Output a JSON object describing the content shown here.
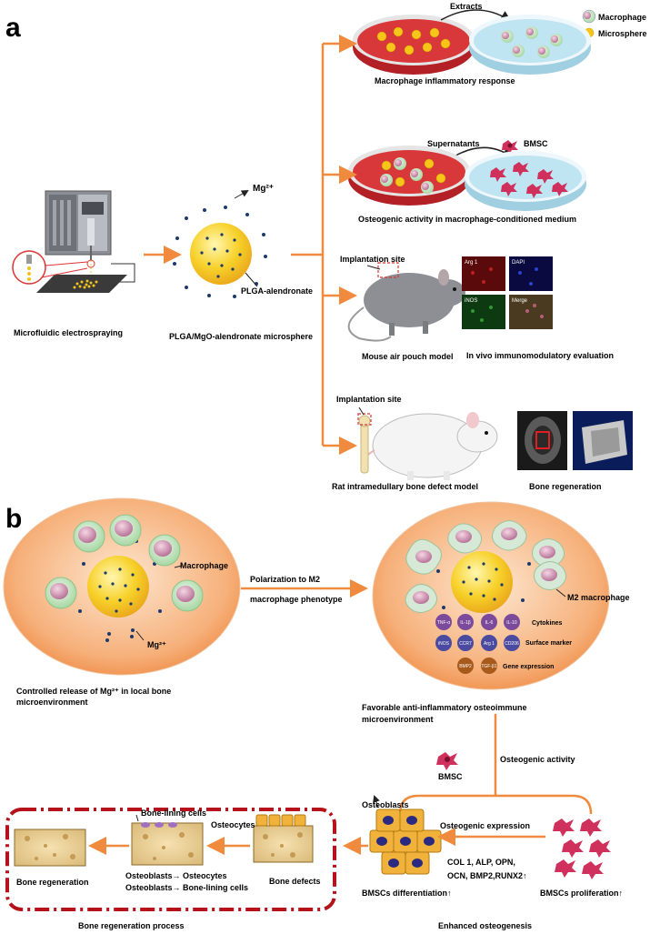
{
  "panel_a": {
    "label": "a",
    "legend": {
      "macrophage": "Macrophage",
      "microsphere": "Microsphere"
    },
    "extracts": "Extracts",
    "macrophage_response": "Macrophage inflammatory response",
    "supernatants": "Supernatants",
    "bmsc": "BMSC",
    "osteogenic_medium": "Osteogenic activity in macrophage-conditioned medium",
    "mg_ion": "Mg²⁺",
    "plga_alendronate": "PLGA-alendronate",
    "microfluidic": "Microfluidic electrospraying",
    "microsphere_name": "PLGA/MgO-alendronate microsphere",
    "implantation_site_1": "Implantation site",
    "mouse_model": "Mouse air pouch model",
    "in_vivo": "In vivo immunomodulatory evaluation",
    "fluor_labels": [
      "Arg 1",
      "DAPI",
      "iNOS",
      "Merge"
    ],
    "implantation_site_2": "Implantation site",
    "rat_model": "Rat intramedullary bone defect model",
    "bone_regeneration": "Bone regeneration"
  },
  "panel_b": {
    "label": "b",
    "macrophage": "Macrophage",
    "mg_ion": "Mg²⁺",
    "controlled_release_1": "Controlled release of Mg²⁺ in local bone",
    "controlled_release_2": "microenvironment",
    "polarization_1": "Polarization to M2",
    "polarization_2": "macrophage phenotype",
    "m2_macrophage": "M2 macrophage",
    "markers": [
      "TNF-α",
      "IL-1β",
      "IL-6",
      "IL-10",
      "iNOS",
      "CCR7",
      "Arg 1",
      "CD206",
      "BMP2",
      "TGF-β1"
    ],
    "cytokines": "Cytokines",
    "surface_marker": "Surface marker",
    "gene_expression": "Gene expression",
    "favorable_1": "Favorable anti-inflammatory osteoimmune",
    "favorable_2": "microenvironment",
    "bmsc": "BMSC",
    "osteogenic_activity": "Osteogenic activity",
    "osteoblasts": "Osteoblasts",
    "osteogenic_expression": "Osteogenic expression",
    "genes_1": "COL 1, ALP, OPN,",
    "genes_2": "OCN, BMP2,RUNX2↑",
    "bmsc_differentiation": "BMSCs differentiation↑",
    "bmsc_proliferation": "BMSCs proliferation↑",
    "enhanced": "Enhanced osteogenesis",
    "bone_lining": "Bone-lining cells",
    "osteocytes": "Osteocytes",
    "bone_regeneration": "Bone regeneration",
    "ob_osteocytes": "Osteoblasts→ Osteocytes",
    "ob_lining": "Osteoblasts→ Bone-lining cells",
    "bone_defects": "Bone defects",
    "process": "Bone regeneration process"
  },
  "colors": {
    "arrow": "#f08a3c",
    "dish_red": "#d9383a",
    "dish_blue": "#bfe4f2",
    "sphere": "#f7c928",
    "halo": "#f4a26a",
    "dash_box": "#b5121b"
  }
}
